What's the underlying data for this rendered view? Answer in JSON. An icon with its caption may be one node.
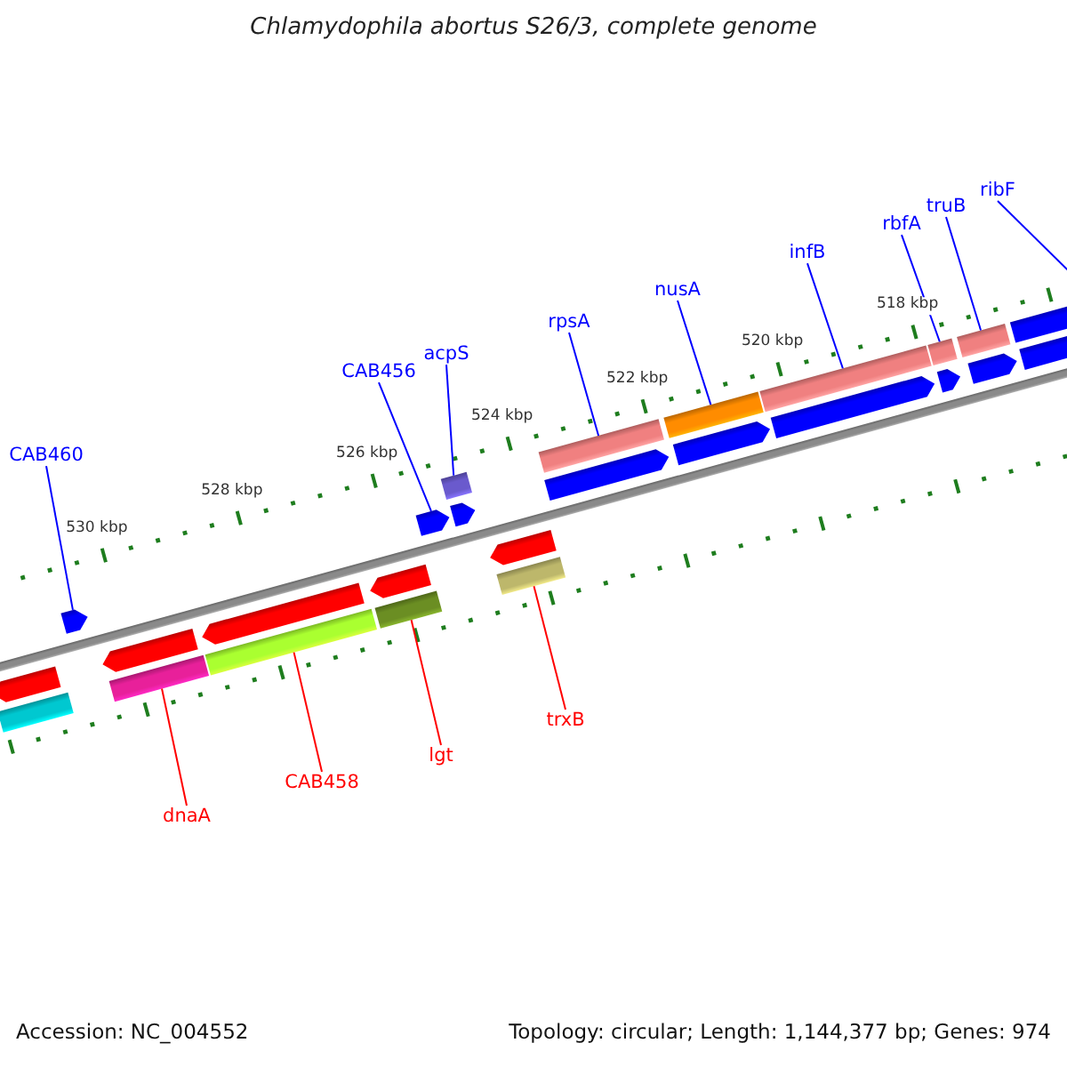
{
  "diagram": {
    "title": "Chlamydophila abortus S26/3, complete genome",
    "nodes": [
      {
        "text": [
          "CAB460"
        ]
      },
      {
        "text": [
          "CAB456"
        ]
      },
      {
        "text": [
          "acpS"
        ]
      },
      {
        "text": [
          "rpsA"
        ]
      },
      {
        "text": [
          "nusA"
        ]
      },
      {
        "text": [
          "infB"
        ]
      },
      {
        "text": [
          "rbfA"
        ]
      },
      {
        "text": [
          "truB"
        ]
      },
      {
        "text": [
          "ribF"
        ]
      },
      {
        "text": [
          "dnaA"
        ]
      },
      {
        "text": [
          "CAB458"
        ]
      },
      {
        "text": [
          "lgt"
        ]
      },
      {
        "text": [
          "trxB"
        ]
      },
      {
        "text": [],
        "shape": "pentagon"
      },
      {
        "text": [],
        "shape": "bar"
      },
      {
        "text": [],
        "shape": "pentagon"
      },
      {
        "text": [],
        "shape": "pentagon"
      },
      {
        "text": [],
        "shape": "bar"
      },
      {
        "text": [],
        "shape": "pentagon"
      },
      {
        "text": [],
        "shape": "bar"
      },
      {
        "text": [],
        "shape": "pentagon"
      },
      {
        "text": [],
        "shape": "bar"
      },
      {
        "text": [],
        "shape": "pentagon"
      },
      {
        "text": [],
        "shape": "bar"
      },
      {
        "text": [],
        "shape": "pentagon"
      },
      {
        "text": [],
        "shape": "pentagon"
      },
      {
        "text": [],
        "shape": "bar"
      },
      {
        "text": [],
        "shape": "bar"
      },
      {
        "text": [],
        "shape": "pentagon"
      },
      {
        "text": [],
        "shape": "bar"
      },
      {
        "text": [],
        "shape": "pentagon"
      },
      {
        "text": [],
        "shape": "bar"
      },
      {
        "text": [],
        "shape": "pentagon"
      },
      {
        "text": [],
        "shape": "bar"
      },
      {
        "text": [],
        "shape": "pentagon"
      },
      {
        "text": [],
        "shape": "bar"
      },
      {
        "text": [],
        "shape": "pentagon"
      },
      {
        "text": [],
        "shape": "bar"
      },
      {
        "text": [],
        "shape": "pentagon"
      }
    ],
    "edges": [
      {
        "from": 0,
        "to": 15,
        "arrow": "none"
      },
      {
        "from": 1,
        "to": 22,
        "arrow": "none"
      },
      {
        "from": 2,
        "to": 23,
        "arrow": "none"
      },
      {
        "from": 3,
        "to": 27,
        "arrow": "none"
      },
      {
        "from": 4,
        "to": 29,
        "arrow": "none"
      },
      {
        "from": 5,
        "to": 31,
        "arrow": "none"
      },
      {
        "from": 6,
        "to": 33,
        "arrow": "none"
      },
      {
        "from": 7,
        "to": 35,
        "arrow": "none"
      },
      {
        "from": 8,
        "to": 37,
        "arrow": "none"
      },
      {
        "from": 9,
        "to": 17,
        "arrow": "none",
        "color": "#ff0000"
      },
      {
        "from": 10,
        "to": 19,
        "arrow": "none",
        "color": "#ff0000"
      },
      {
        "from": 11,
        "to": 21,
        "arrow": "none",
        "color": "#ff0000"
      },
      {
        "from": 12,
        "to": 26,
        "arrow": "none",
        "color": "#ff0000"
      }
    ],
    "labels": [
      "530 kbp",
      "528 kbp",
      "526 kbp",
      "524 kbp",
      "522 kbp",
      "520 kbp",
      "518 kbp",
      "Accession: NC_004552",
      "Topology: circular; Length: 1,144,377 bp; Genes: 974"
    ]
  }
}
